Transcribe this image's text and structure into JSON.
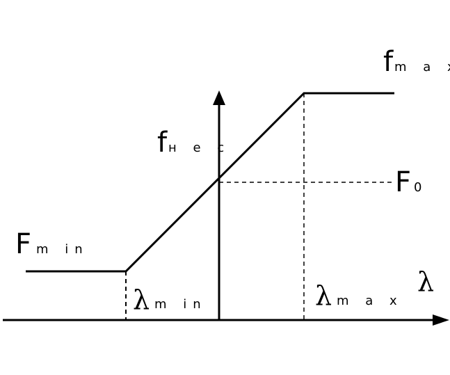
{
  "diagram": {
    "labels": {
      "fmax": {
        "main": "f",
        "sub": "m a x"
      },
      "fnec": {
        "main": "f",
        "sub": "н е с"
      },
      "f0": {
        "main": "F",
        "sub": "0"
      },
      "fmin": {
        "main": "F",
        "sub": "m in"
      },
      "lambda_min": {
        "main": "λ",
        "sub": "m in"
      },
      "lambda_max": {
        "main": "λ",
        "sub": "m a x"
      },
      "lambda_axis": "λ"
    },
    "colors": {
      "stroke": "#000000",
      "background": "#ffffff"
    }
  }
}
